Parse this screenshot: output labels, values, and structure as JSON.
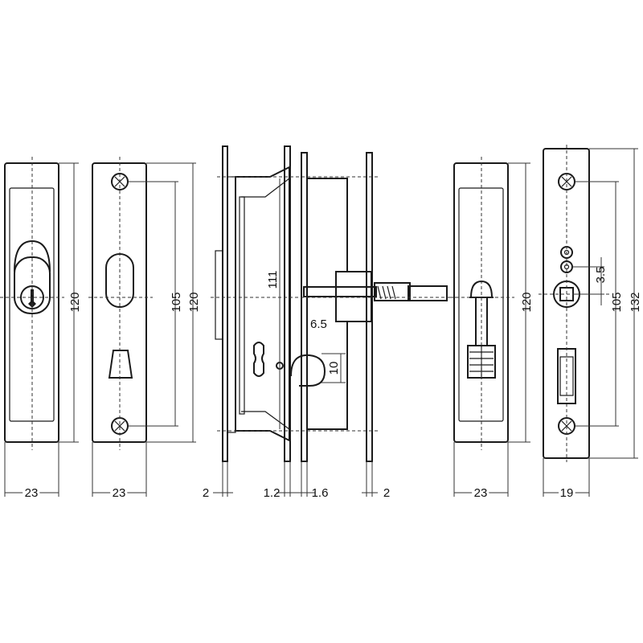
{
  "dimensions": {
    "width_front_1": "23",
    "width_front_2": "23",
    "thickness_left": "2",
    "thickness_mid_left": "1.2",
    "thickness_mid_right": "1.6",
    "thickness_right": "2",
    "width_front_3": "23",
    "width_side_plate": "19",
    "height_front_1": "120",
    "height_plate_1_a": "105",
    "height_plate_1_b": "120",
    "height_mechanism": "111",
    "offset_6_5": "6.5",
    "offset_10": "10",
    "height_front_3": "120",
    "offset_3_5": "3.5",
    "height_plate_2_a": "105",
    "height_plate_2_b": "132"
  },
  "colors": {
    "line": "#1a1a1a",
    "background": "#ffffff"
  }
}
